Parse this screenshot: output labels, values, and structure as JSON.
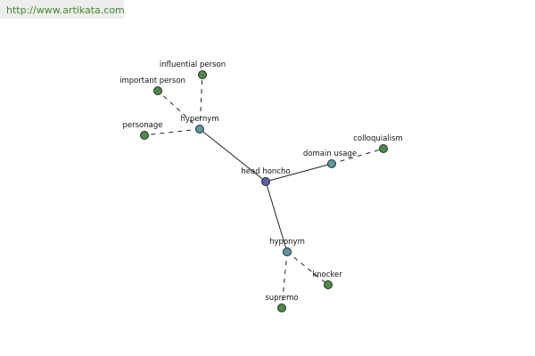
{
  "banner": {
    "url_text": "http://www.artikata.com"
  },
  "colors": {
    "center_node": "#5561a8",
    "relation_node": "#5b97a3",
    "leaf_node": "#4e8a4a",
    "banner_text": "#3f8a2a",
    "banner_background": "#eeeeee"
  },
  "graph": {
    "nodes": [
      {
        "id": "head",
        "label": "head honcho",
        "kind": "center"
      },
      {
        "id": "hypernym",
        "label": "hypernym",
        "kind": "relation"
      },
      {
        "id": "domain",
        "label": "domain usage",
        "kind": "relation"
      },
      {
        "id": "hyponym",
        "label": "hyponym",
        "kind": "relation"
      },
      {
        "id": "influential",
        "label": "influential person",
        "kind": "leaf"
      },
      {
        "id": "important",
        "label": "important person",
        "kind": "leaf"
      },
      {
        "id": "personage",
        "label": "personage",
        "kind": "leaf"
      },
      {
        "id": "colloquialism",
        "label": "colloquialism",
        "kind": "leaf"
      },
      {
        "id": "knocker",
        "label": "knocker",
        "kind": "leaf"
      },
      {
        "id": "supremo",
        "label": "supremo",
        "kind": "leaf"
      }
    ],
    "edges": [
      {
        "from": "head",
        "to": "hypernym",
        "style": "solid"
      },
      {
        "from": "head",
        "to": "domain",
        "style": "solid"
      },
      {
        "from": "head",
        "to": "hyponym",
        "style": "solid"
      },
      {
        "from": "hypernym",
        "to": "influential",
        "style": "dashed"
      },
      {
        "from": "hypernym",
        "to": "important",
        "style": "dashed"
      },
      {
        "from": "hypernym",
        "to": "personage",
        "style": "dashed"
      },
      {
        "from": "domain",
        "to": "colloquialism",
        "style": "dashed"
      },
      {
        "from": "hyponym",
        "to": "knocker",
        "style": "dashed"
      },
      {
        "from": "hyponym",
        "to": "supremo",
        "style": "dashed"
      }
    ]
  }
}
